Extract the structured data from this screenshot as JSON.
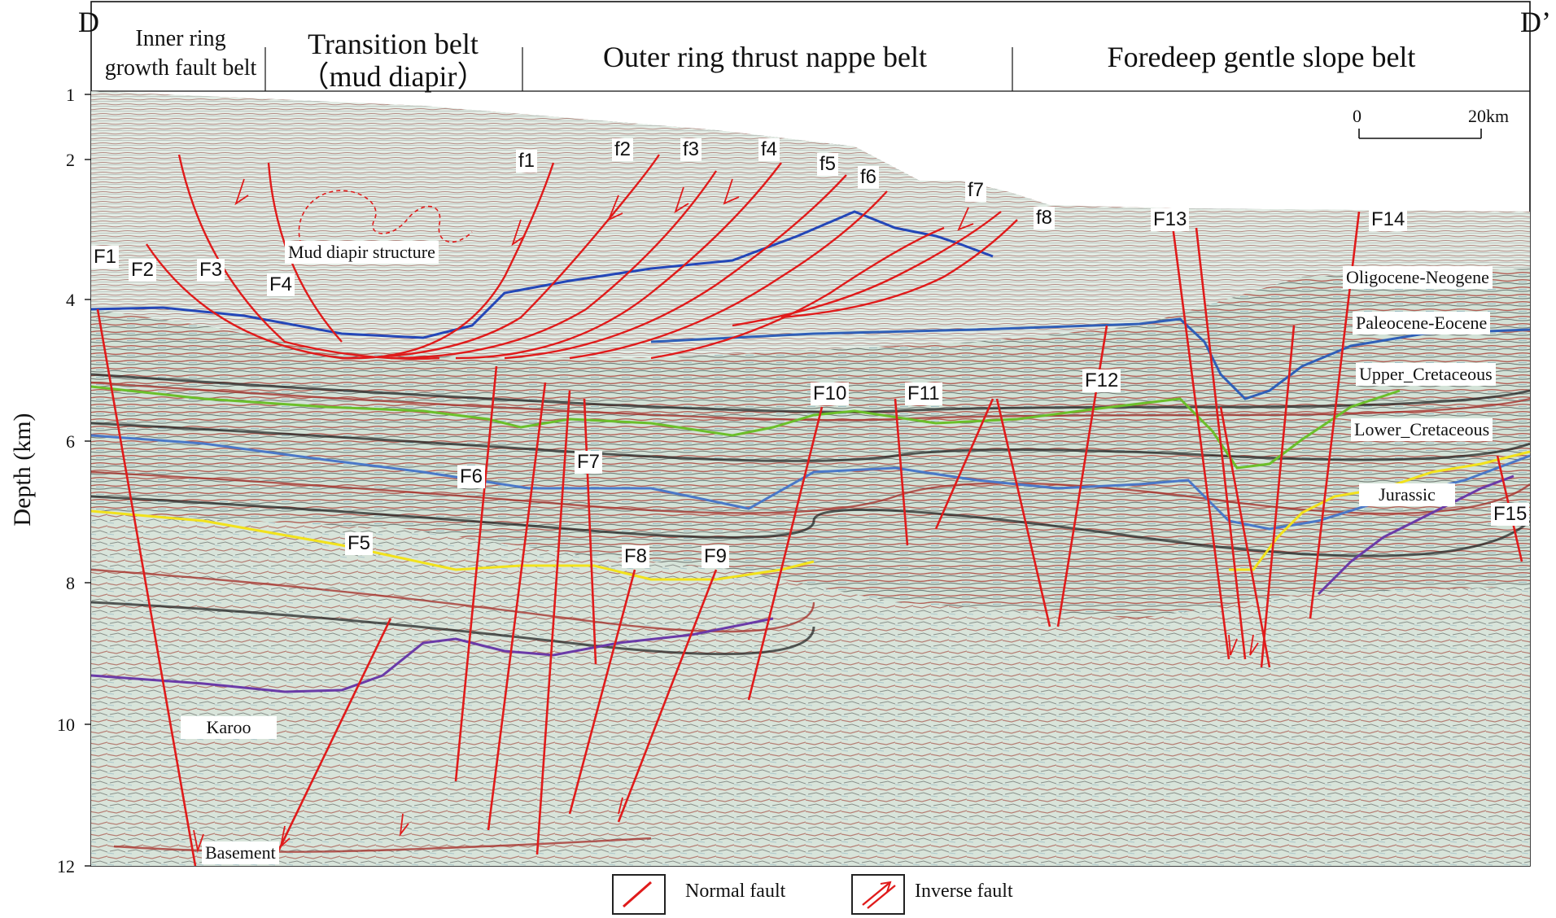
{
  "header": {
    "left_marker": "D",
    "right_marker": "D’",
    "belts": [
      {
        "line1": "Inner ring",
        "line2": "growth fault belt"
      },
      {
        "line1": "Transition belt",
        "line2": "（mud diapir）"
      },
      {
        "line1": "Outer ring thrust nappe belt"
      },
      {
        "line1": "Foredeep gentle slope belt"
      }
    ]
  },
  "axis": {
    "label": "Depth (km)",
    "ticks": [
      "1",
      "2",
      "4",
      "6",
      "8",
      "10",
      "12"
    ]
  },
  "scale_bar": {
    "start": "0",
    "end": "20km"
  },
  "structure_label": "Mud diapir structure",
  "strata_labels": [
    "Oligocene-Neogene",
    "Paleocene-Eocene",
    "Upper_Cretaceous",
    "Lower_Cretaceous",
    "Jurassic",
    "Karoo",
    "Basement"
  ],
  "fault_labels": {
    "normal": [
      "F1",
      "F2",
      "F3",
      "F4",
      "F5",
      "F6",
      "F7",
      "F8",
      "F9",
      "F10",
      "F11",
      "F12",
      "F13",
      "F14",
      "F15"
    ],
    "inverse": [
      "f1",
      "f2",
      "f3",
      "f4",
      "f5",
      "f6",
      "f7",
      "f8"
    ]
  },
  "legend": {
    "normal": "Normal fault",
    "inverse": "Inverse fault"
  },
  "colors": {
    "fault": "#e01b1b",
    "oligocene_base": "#2447b8",
    "paleocene_base": "#2f5fb8",
    "upper_cretaceous_base": "#6bbf2a",
    "lower_cretaceous_base": "#4a78c8",
    "jurassic_base": "#f2e21c",
    "karoo_base": "#6a3aa8",
    "seismic_light": "#cfe0d3",
    "seismic_red": "#a7332a",
    "seismic_dark": "#1a1a1a"
  }
}
